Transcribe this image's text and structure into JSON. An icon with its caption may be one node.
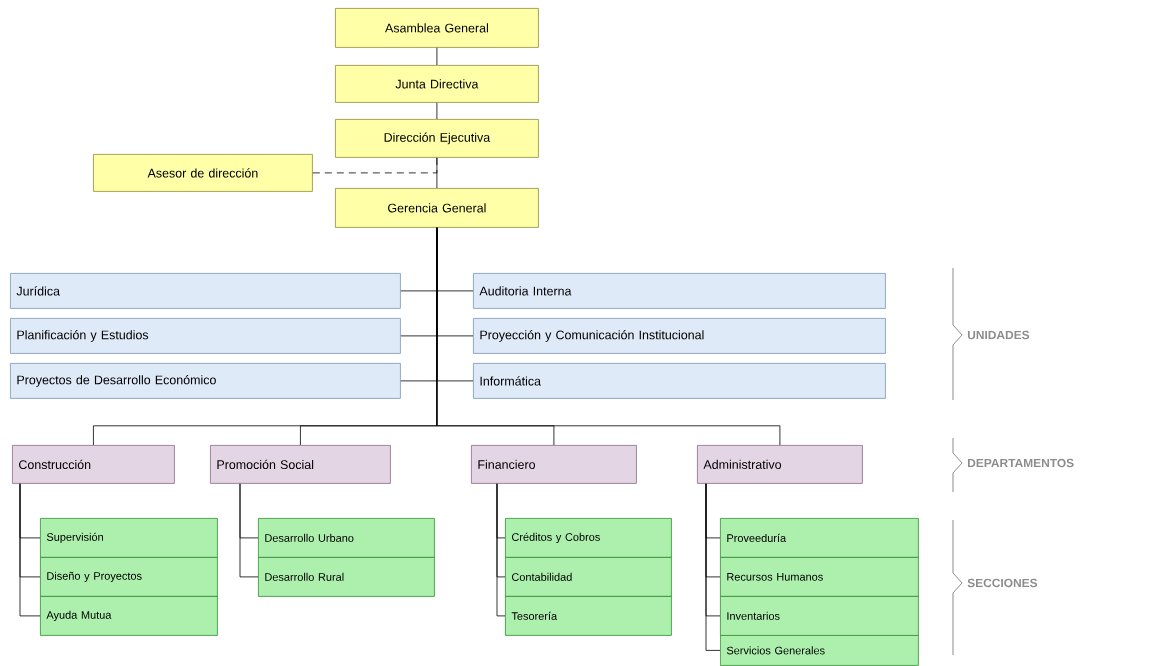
{
  "diagram": {
    "nodes": [
      {
        "text": [
          "Asamblea General"
        ]
      },
      {
        "text": [
          "Junta Directiva"
        ]
      },
      {
        "text": [
          "Dirección Ejecutiva"
        ]
      },
      {
        "text": [
          "Asesor de dirección"
        ]
      },
      {
        "text": [
          "Gerencia General"
        ]
      },
      {
        "text": [
          "Jurídica"
        ]
      },
      {
        "text": [
          "Auditoria Interna"
        ]
      },
      {
        "text": [
          "Planificación y Estudios"
        ]
      },
      {
        "text": [
          "Proyección y Comunicación Institucional"
        ]
      },
      {
        "text": [
          "Proyectos de Desarrollo Económico"
        ]
      },
      {
        "text": [
          "Informática"
        ]
      },
      {
        "text": [
          "Construcción"
        ]
      },
      {
        "text": [
          "Promoción Social"
        ]
      },
      {
        "text": [
          "Financiero"
        ]
      },
      {
        "text": [
          "Administrativo"
        ]
      },
      {
        "text": [
          "Supervisión"
        ]
      },
      {
        "text": [
          "Diseño y Proyectos"
        ]
      },
      {
        "text": [
          "Ayuda Mutua"
        ]
      },
      {
        "text": [
          "Desarrollo Urbano"
        ]
      },
      {
        "text": [
          "Desarrollo Rural"
        ]
      },
      {
        "text": [
          "Créditos y Cobros"
        ]
      },
      {
        "text": [
          "Contabilidad"
        ]
      },
      {
        "text": [
          "Tesorería"
        ]
      },
      {
        "text": [
          "Proveeduría"
        ]
      },
      {
        "text": [
          "Recursos Humanos"
        ]
      },
      {
        "text": [
          "Inventarios"
        ]
      },
      {
        "text": [
          "Servicios Generales"
        ]
      }
    ],
    "edges": [
      {
        "from": 0,
        "to": 1,
        "arrow": "none"
      },
      {
        "from": 1,
        "to": 2,
        "arrow": "none"
      },
      {
        "from": 2,
        "to": 4,
        "arrow": "none"
      },
      {
        "from": 3,
        "to": 2,
        "arrow": "none",
        "style": "dashed"
      },
      {
        "from": 4,
        "to": 5,
        "arrow": "none"
      },
      {
        "from": 4,
        "to": 6,
        "arrow": "none"
      },
      {
        "from": 4,
        "to": 7,
        "arrow": "none"
      },
      {
        "from": 4,
        "to": 8,
        "arrow": "none"
      },
      {
        "from": 4,
        "to": 9,
        "arrow": "none"
      },
      {
        "from": 4,
        "to": 10,
        "arrow": "none"
      },
      {
        "from": 4,
        "to": 11,
        "arrow": "none"
      },
      {
        "from": 4,
        "to": 12,
        "arrow": "none"
      },
      {
        "from": 4,
        "to": 13,
        "arrow": "none"
      },
      {
        "from": 4,
        "to": 14,
        "arrow": "none"
      },
      {
        "from": 11,
        "to": 15,
        "arrow": "none"
      },
      {
        "from": 11,
        "to": 16,
        "arrow": "none"
      },
      {
        "from": 11,
        "to": 17,
        "arrow": "none"
      },
      {
        "from": 12,
        "to": 18,
        "arrow": "none"
      },
      {
        "from": 12,
        "to": 19,
        "arrow": "none"
      },
      {
        "from": 13,
        "to": 20,
        "arrow": "none"
      },
      {
        "from": 13,
        "to": 21,
        "arrow": "none"
      },
      {
        "from": 13,
        "to": 22,
        "arrow": "none"
      },
      {
        "from": 14,
        "to": 23,
        "arrow": "none"
      },
      {
        "from": 14,
        "to": 24,
        "arrow": "none"
      },
      {
        "from": 14,
        "to": 25,
        "arrow": "none"
      },
      {
        "from": 14,
        "to": 26,
        "arrow": "none"
      }
    ],
    "labels": [
      "UNIDADES",
      "DEPARTAMENTOS",
      "SECCIONES"
    ]
  }
}
